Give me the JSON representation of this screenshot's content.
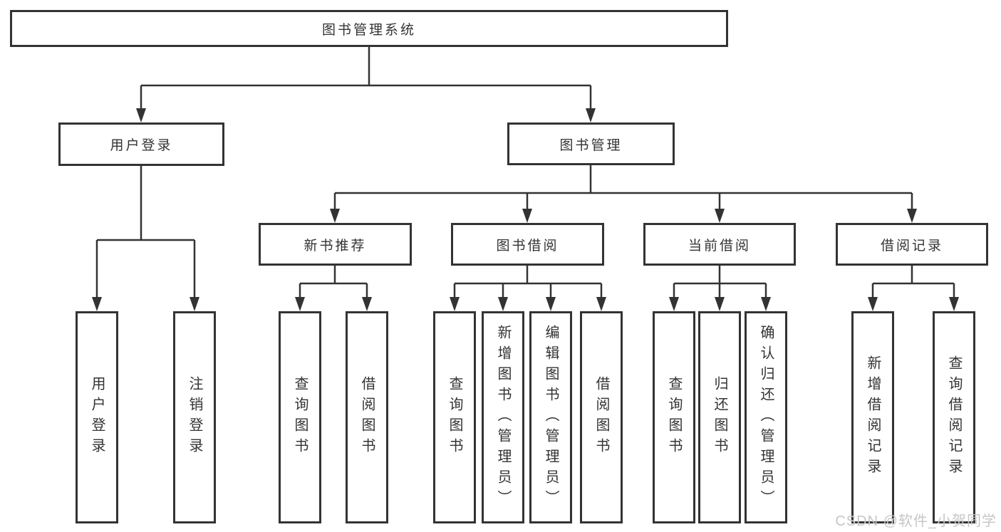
{
  "tree": {
    "label": "图书管理系统",
    "children": [
      {
        "label": "用户登录",
        "children": [
          {
            "label": "用户登录"
          },
          {
            "label": "注销登录"
          }
        ]
      },
      {
        "label": "图书管理",
        "children": [
          {
            "label": "新书推荐",
            "children": [
              {
                "label": "查询图书"
              },
              {
                "label": "借阅图书"
              }
            ]
          },
          {
            "label": "图书借阅",
            "children": [
              {
                "label": "查询图书"
              },
              {
                "label": "新增图书（管理员）"
              },
              {
                "label": "编辑图书（管理员）"
              },
              {
                "label": "借阅图书"
              }
            ]
          },
          {
            "label": "当前借阅",
            "children": [
              {
                "label": "查询图书"
              },
              {
                "label": "归还图书"
              },
              {
                "label": "确认归还（管理员）"
              }
            ]
          },
          {
            "label": "借阅记录",
            "children": [
              {
                "label": "新增借阅记录"
              },
              {
                "label": "查询借阅记录"
              }
            ]
          }
        ]
      }
    ]
  },
  "watermark": {
    "text": "CSDN @软件_小贺同学"
  },
  "colors": {
    "line": "#333333",
    "box_border": "#333333",
    "text": "#333333",
    "watermark": "#c6c6c6",
    "background": "#ffffff"
  }
}
